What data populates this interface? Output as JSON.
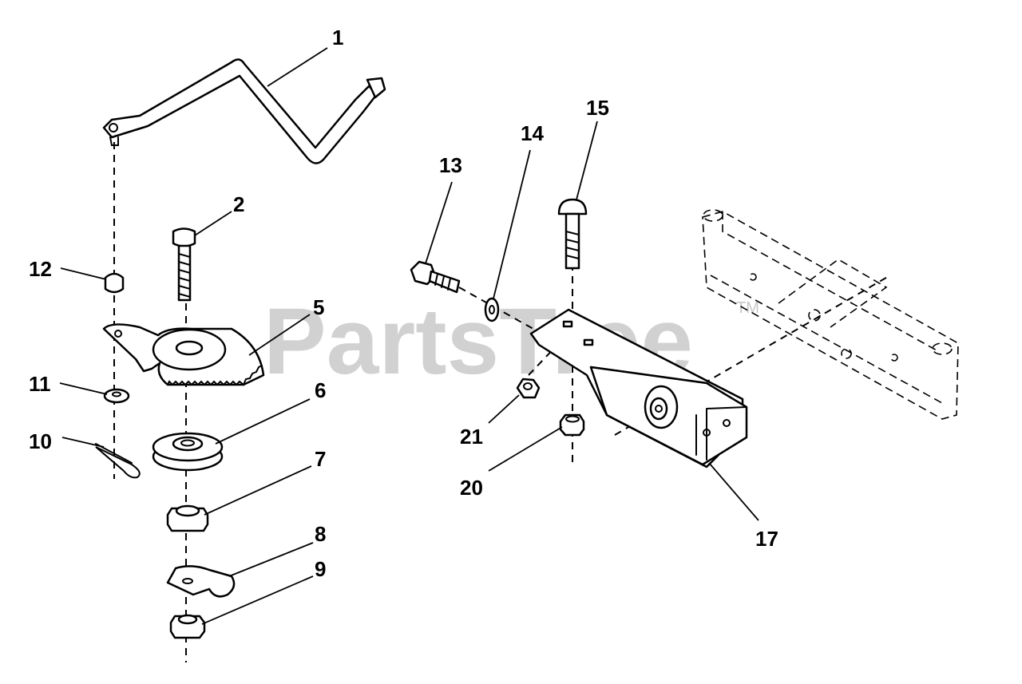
{
  "watermark": {
    "text": "PartsTree",
    "trademark": "TM"
  },
  "callouts": {
    "c1": "1",
    "c2": "2",
    "c5": "5",
    "c6": "6",
    "c7": "7",
    "c8": "8",
    "c9": "9",
    "c10": "10",
    "c11": "11",
    "c12": "12",
    "c13": "13",
    "c14": "14",
    "c15": "15",
    "c17": "17",
    "c20": "20",
    "c21": "21"
  },
  "colors": {
    "line": "#000000",
    "background": "#ffffff",
    "watermark": "#c9c9c9"
  }
}
